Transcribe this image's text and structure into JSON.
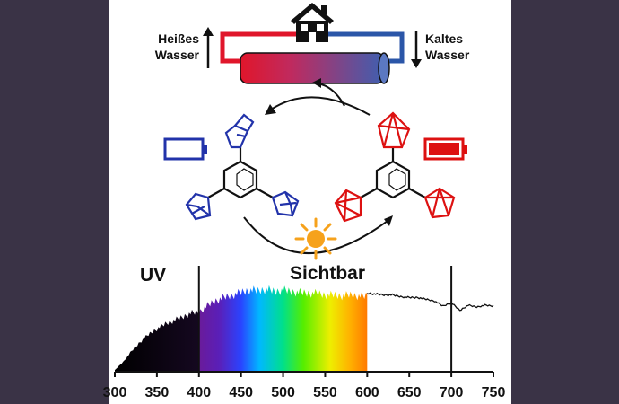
{
  "labels": {
    "hot_water_line1": "Heißes",
    "hot_water_line2": "Wasser",
    "cold_water_line1": "Kaltes",
    "cold_water_line2": "Wasser",
    "uv": "UV",
    "visible": "Sichtbar"
  },
  "colors": {
    "hot": "#e0162b",
    "cold": "#2b56a8",
    "molecule_blue": "#2233aa",
    "molecule_red": "#dd1111",
    "sun": "#f6a21c",
    "background_panel": "#3a3346"
  },
  "icons": [
    "house-icon",
    "battery-empty-icon",
    "battery-full-icon",
    "sun-icon"
  ],
  "chart_data": {
    "type": "area",
    "x": [
      300,
      310,
      320,
      330,
      340,
      350,
      360,
      370,
      380,
      390,
      400,
      410,
      420,
      430,
      440,
      450,
      460,
      470,
      480,
      490,
      500,
      510,
      520,
      530,
      540,
      550,
      560,
      570,
      580,
      590,
      600,
      610,
      620,
      630,
      640,
      650,
      660,
      670,
      680,
      690,
      700,
      710,
      720,
      730,
      740,
      750
    ],
    "y": [
      0.02,
      0.12,
      0.25,
      0.36,
      0.45,
      0.52,
      0.58,
      0.62,
      0.66,
      0.71,
      0.72,
      0.8,
      0.86,
      0.9,
      0.93,
      0.96,
      0.99,
      0.98,
      1.0,
      0.97,
      0.99,
      0.97,
      0.96,
      0.95,
      0.95,
      0.93,
      0.93,
      0.92,
      0.93,
      0.92,
      0.91,
      0.9,
      0.89,
      0.89,
      0.87,
      0.86,
      0.86,
      0.84,
      0.82,
      0.76,
      0.8,
      0.71,
      0.77,
      0.75,
      0.77,
      0.76
    ],
    "xticks": [
      "300",
      "350",
      "400",
      "450",
      "500",
      "550",
      "600",
      "650",
      "700",
      "750"
    ],
    "xlim": [
      300,
      750
    ],
    "ylim": [
      0,
      1.05
    ],
    "vertical_lines": [
      400,
      700
    ],
    "colored_range": [
      400,
      600
    ]
  }
}
